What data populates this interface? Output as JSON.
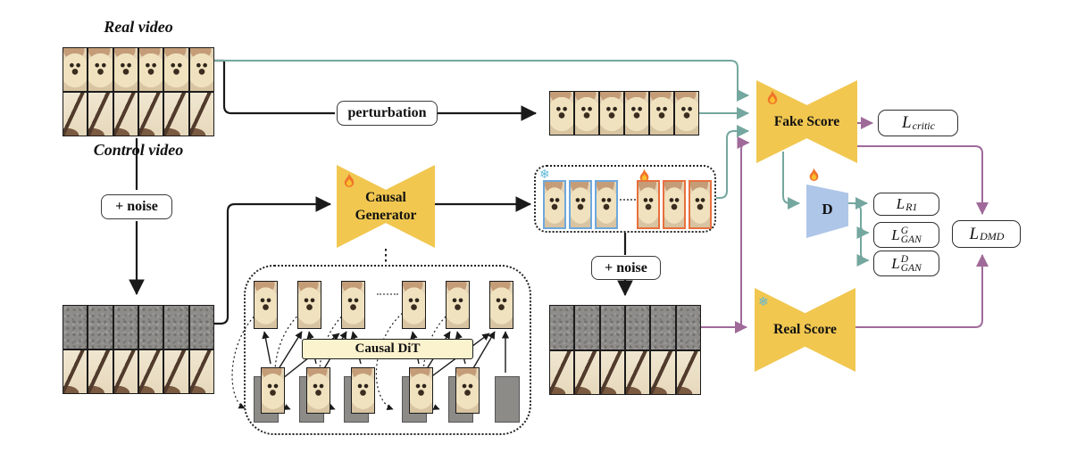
{
  "labels": {
    "real_video": "Real video",
    "control_video": "Control video",
    "add_noise": "+ noise",
    "perturbation": "perturbation",
    "generator_line1": "Causal",
    "generator_line2": "Generator",
    "causal_dit": "Causal DiT",
    "fake_score": "Fake Score",
    "real_score": "Real Score",
    "discriminator": "D"
  },
  "losses": {
    "critic": {
      "base": "L",
      "sub": "critic"
    },
    "r1": {
      "base": "L",
      "sub": "R1"
    },
    "gan_g": {
      "base": "L",
      "sub": "GAN",
      "sup": "G"
    },
    "gan_d": {
      "base": "L",
      "sub": "GAN",
      "sup": "D"
    },
    "dmd": {
      "base": "L",
      "sub": "DMD"
    }
  },
  "icons": {
    "trainable": "fire",
    "frozen": "snowflake",
    "snowflake_glyph": "❄"
  },
  "colors": {
    "teal": "#74a79f",
    "purple": "#9f6a99",
    "yellow": "#f1c750",
    "blue_d": "#aec6e8",
    "dit_bar": "#fbf2ce",
    "frame_blue": "#6fa8dc",
    "frame_orange": "#e8703e"
  },
  "filmstrips": {
    "real_video": {
      "rows": [
        "dog",
        "floor"
      ],
      "cols": 6
    },
    "control_noisy": {
      "rows": [
        "noise",
        "floor"
      ],
      "cols": 6
    },
    "perturbed": {
      "rows": [
        "dog"
      ],
      "cols": 6
    },
    "generated_blue": {
      "rows": [
        "dog"
      ],
      "cols": 3
    },
    "generated_orange": {
      "rows": [
        "dog"
      ],
      "cols": 3
    },
    "generated_noisy": {
      "rows": [
        "noise",
        "floor"
      ],
      "cols": 6
    },
    "dit_top_left": {
      "rows": [
        "dog"
      ],
      "cols": 3
    },
    "dit_top_right": {
      "rows": [
        "dog"
      ],
      "cols": 3
    }
  },
  "dit": {
    "units": 6,
    "last_empty": true
  }
}
